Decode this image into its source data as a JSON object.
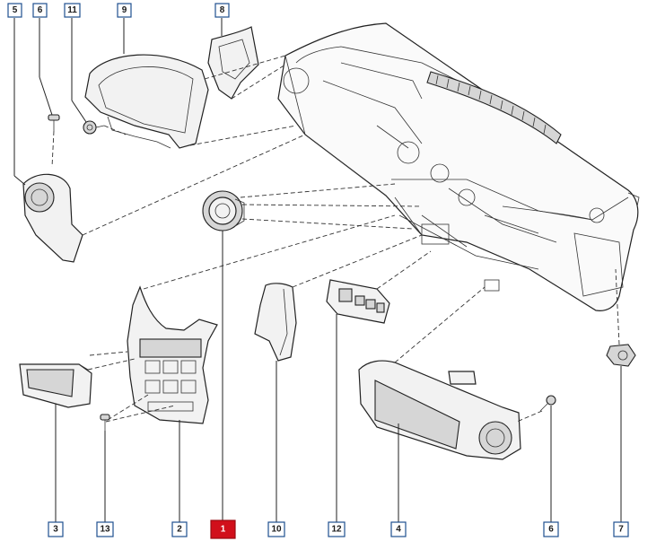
{
  "callouts": [
    {
      "id": "c5",
      "label": "5"
    },
    {
      "id": "c6a",
      "label": "6"
    },
    {
      "id": "c11",
      "label": "11"
    },
    {
      "id": "c9",
      "label": "9"
    },
    {
      "id": "c8",
      "label": "8"
    },
    {
      "id": "c3",
      "label": "3"
    },
    {
      "id": "c13",
      "label": "13"
    },
    {
      "id": "c2",
      "label": "2"
    },
    {
      "id": "c1",
      "label": "1",
      "highlight": true
    },
    {
      "id": "c10",
      "label": "10"
    },
    {
      "id": "c12",
      "label": "12"
    },
    {
      "id": "c4",
      "label": "4"
    },
    {
      "id": "c6b",
      "label": "6"
    },
    {
      "id": "c7",
      "label": "7"
    }
  ],
  "colors": {
    "callout_border": "#1f4f8f",
    "highlight_fill": "#d10f1b",
    "line": "#222222"
  }
}
